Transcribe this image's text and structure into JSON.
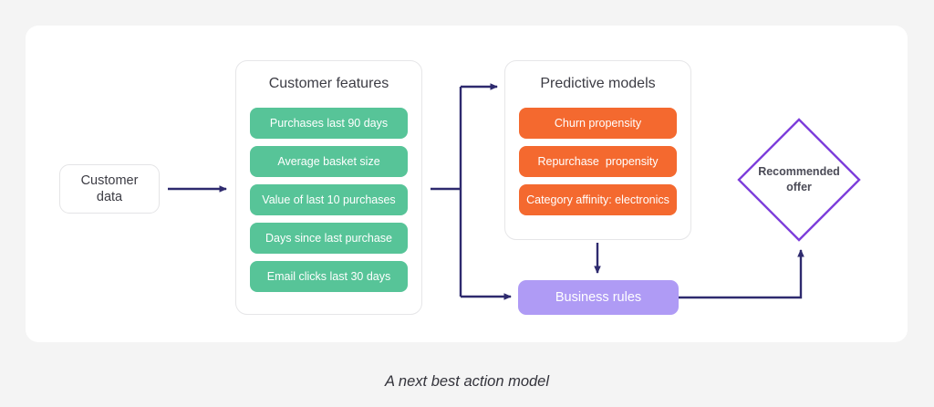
{
  "caption": "A next best action model",
  "colors": {
    "page_background": "#f4f4f4",
    "card_background": "#ffffff",
    "feature_pill": "#57c498",
    "model_pill": "#f4692f",
    "business_rules": "#af9bf5",
    "diamond_border": "#7d3edb",
    "edge": "#2e2a6e",
    "title_text": "#3c3c44"
  },
  "input_node": {
    "label": "Customer\ndata"
  },
  "features_group": {
    "title": "Customer features",
    "items": [
      {
        "label": "Purchases last 90 days"
      },
      {
        "label": "Average basket size"
      },
      {
        "label": "Value of last 10 purchases"
      },
      {
        "label": "Days since last purchase"
      },
      {
        "label": "Email clicks last 30 days"
      }
    ]
  },
  "models_group": {
    "title": "Predictive models",
    "items": [
      {
        "label": "Churn propensity"
      },
      {
        "label": "Repurchase  propensity"
      },
      {
        "label": "Category affinity: electronics"
      }
    ]
  },
  "business_rules": {
    "label": "Business rules"
  },
  "decision": {
    "line1": "Recommended",
    "line2": "offer"
  }
}
